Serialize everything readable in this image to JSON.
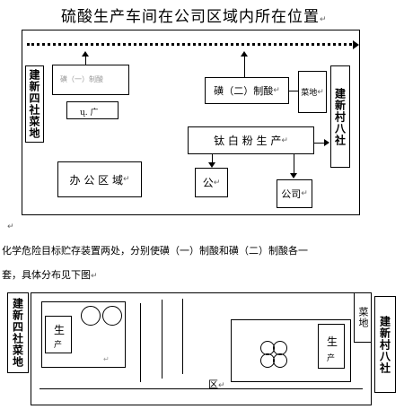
{
  "page": {
    "title": "硫酸生产车间在公司区域内所在位置",
    "mark": "↵"
  },
  "diagram1": {
    "left_plot": "建新四社菜地",
    "right_plot": "建新村八社",
    "acid1_label": "磺（一）制酸",
    "acid1_small": "广",
    "acid2_label": "磺（二）制酸",
    "veg_label": "菜地",
    "titanium": "钛 白 粉 生 产",
    "office": "办 公 区 域",
    "company_small": "公",
    "company": "公司"
  },
  "paragraph": {
    "line1": "化学危险目标贮存装置两处，分别使磺（一）制酸和磺（二）制酸各一",
    "line2": "套，具体分布见下图"
  },
  "diagram2": {
    "left_plot": "建新四社菜地",
    "veg": "菜地",
    "right_plot": "建新村八社",
    "prod_left_top": "生",
    "prod_left_bottom": "产",
    "prod_right_top": "生",
    "prod_right_bottom": "产",
    "zone_char": "区"
  }
}
